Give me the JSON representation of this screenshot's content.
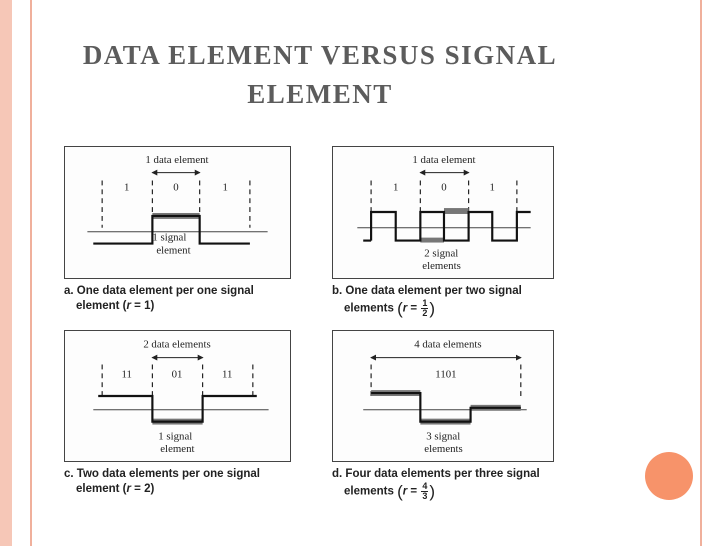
{
  "slide": {
    "title_line1": "DATA ELEMENT VERSUS SIGNAL",
    "title_line2": "ELEMENT",
    "accent_color": "#f7936a",
    "frame_color": "#f6c7b7"
  },
  "panels": {
    "a": {
      "top_label": "1 data element",
      "bits": [
        "1",
        "0",
        "1"
      ],
      "signal_label_line1": "1 signal",
      "signal_label_line2": "element",
      "caption_line1": "a. One data element per one signal",
      "caption_line2_prefix": "element (",
      "caption_r": "r",
      "caption_value": " = 1)"
    },
    "b": {
      "top_label": "1 data element",
      "bits": [
        "1",
        "0",
        "1"
      ],
      "signal_label_line1": "2 signal",
      "signal_label_line2": "elements",
      "caption_line1": "b. One data element per two signal",
      "caption_line2_prefix": "elements",
      "caption_r": "r",
      "frac_num": "1",
      "frac_den": "2"
    },
    "c": {
      "top_label": "2 data elements",
      "bits": [
        "11",
        "01",
        "11"
      ],
      "signal_label_line1": "1 signal",
      "signal_label_line2": "element",
      "caption_line1": "c. Two data elements per one signal",
      "caption_line2_prefix": "element (",
      "caption_r": "r",
      "caption_value": " = 2)"
    },
    "d": {
      "top_label": "4 data elements",
      "bits": [
        "1101"
      ],
      "signal_label_line1": "3 signal",
      "signal_label_line2": "elements",
      "caption_line1": "d. Four data elements per three signal",
      "caption_line2_prefix": "elements",
      "caption_r": "r",
      "frac_num": "4",
      "frac_den": "3"
    }
  }
}
